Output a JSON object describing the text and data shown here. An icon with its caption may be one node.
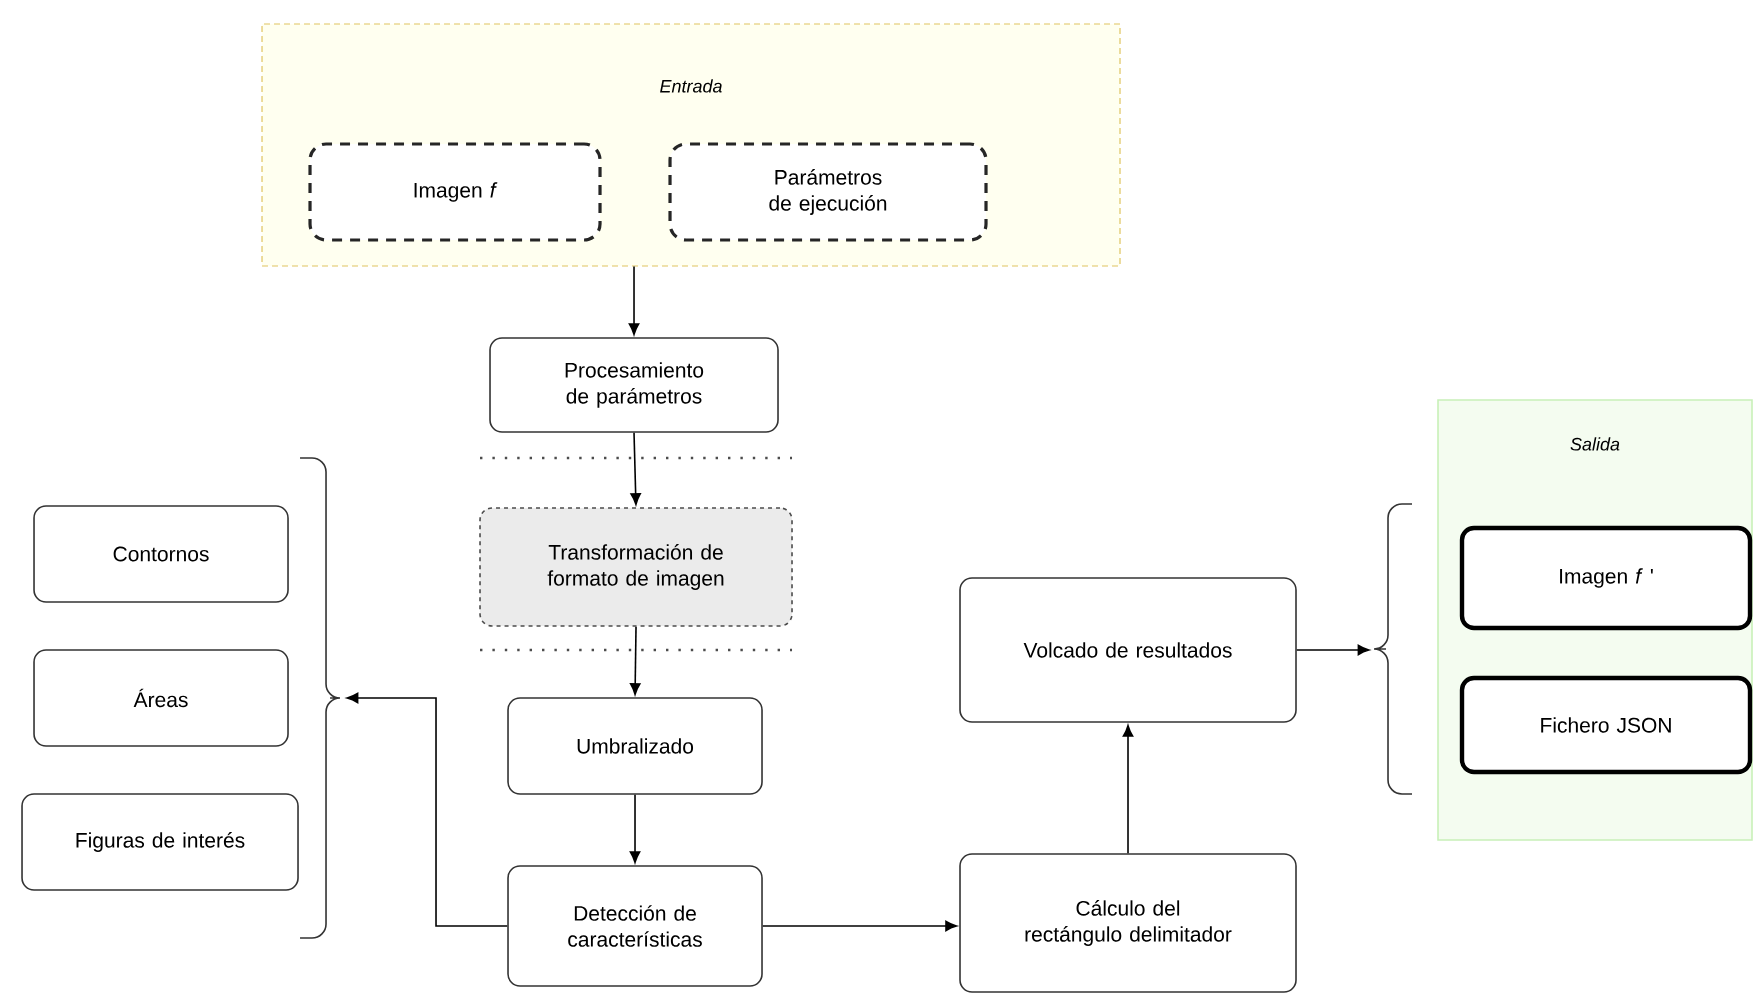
{
  "diagram": {
    "nodes": [
      {
        "text": [
          "Entrada"
        ]
      },
      {
        "text": [
          "Imagen *f*"
        ],
        "in": 0
      },
      {
        "text": [
          "Parámetros de ejecución"
        ],
        "in": 0
      },
      {
        "text": [
          "Procesamiento de parámetros"
        ]
      },
      {
        "text": [
          "Transformación de formato de imagen"
        ]
      },
      {
        "text": [
          "Umbralizado"
        ]
      },
      {
        "text": [
          "Detección de características"
        ]
      },
      {
        "text": [
          "Cálculo del rectángulo delimitador"
        ]
      },
      {
        "text": [
          "Volcado de resultados"
        ]
      },
      {
        "text": [
          "Salida"
        ]
      },
      {
        "text": [
          "Imagen *f* '"
        ],
        "in": 9
      },
      {
        "text": [
          "Fichero JSON"
        ],
        "in": 9
      },
      {
        "text": [
          "Contornos"
        ]
      },
      {
        "text": [
          "Áreas"
        ]
      },
      {
        "text": [
          "Figuras de interés"
        ]
      },
      {
        "text": [],
        "shape": "bracket"
      },
      {
        "text": [],
        "shape": "bracket"
      }
    ],
    "edges": [
      {
        "from": 0,
        "to": 3,
        "arrow": "to"
      },
      {
        "from": 3,
        "to": 4,
        "arrow": "to"
      },
      {
        "from": 4,
        "to": 5,
        "arrow": "to"
      },
      {
        "from": 5,
        "to": 6,
        "arrow": "to"
      },
      {
        "from": 6,
        "to": 7,
        "arrow": "to"
      },
      {
        "from": 7,
        "to": 8,
        "arrow": "to"
      },
      {
        "from": 6,
        "to": 15,
        "arrow": "to"
      },
      {
        "from": 8,
        "to": 16,
        "arrow": "to"
      }
    ]
  }
}
